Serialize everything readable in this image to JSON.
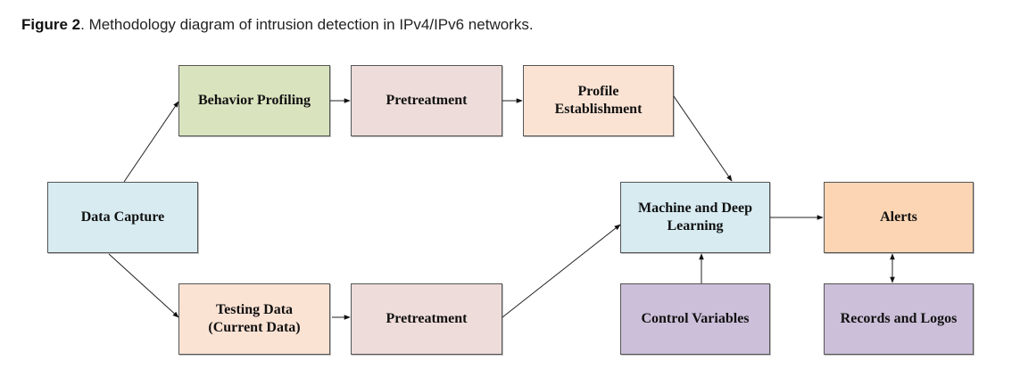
{
  "caption": {
    "label": "Figure 2",
    "text": ". Methodology diagram of intrusion detection in IPv4/IPv6 networks."
  },
  "nodes": [
    {
      "id": "data-capture",
      "label": "Data Capture",
      "color": "#d7ebf1"
    },
    {
      "id": "behavior-profiling",
      "label": "Behavior Profiling",
      "color": "#d9e4bf"
    },
    {
      "id": "pretreatment-top",
      "label": "Pretreatment",
      "color": "#eddcd9"
    },
    {
      "id": "profile-establishment",
      "label": "Profile\nEstablishment",
      "color": "#fbe3d4"
    },
    {
      "id": "testing-data",
      "label": "Testing Data\n(Current Data)",
      "color": "#fbe3d4"
    },
    {
      "id": "pretreatment-bottom",
      "label": "Pretreatment",
      "color": "#eddcd9"
    },
    {
      "id": "machine-deep-learning",
      "label": "Machine and Deep\nLearning",
      "color": "#d7ebf1"
    },
    {
      "id": "alerts",
      "label": "Alerts",
      "color": "#fbd5b4"
    },
    {
      "id": "control-variables",
      "label": "Control Variables",
      "color": "#ccbfd9"
    },
    {
      "id": "records-logos",
      "label": "Records and Logos",
      "color": "#ccbfd9"
    }
  ],
  "edges": [
    {
      "from": "data-capture",
      "to": "behavior-profiling",
      "bidirectional": false
    },
    {
      "from": "behavior-profiling",
      "to": "pretreatment-top",
      "bidirectional": false
    },
    {
      "from": "pretreatment-top",
      "to": "profile-establishment",
      "bidirectional": false
    },
    {
      "from": "profile-establishment",
      "to": "machine-deep-learning",
      "bidirectional": false
    },
    {
      "from": "data-capture",
      "to": "testing-data",
      "bidirectional": false
    },
    {
      "from": "testing-data",
      "to": "pretreatment-bottom",
      "bidirectional": false
    },
    {
      "from": "pretreatment-bottom",
      "to": "machine-deep-learning",
      "bidirectional": false
    },
    {
      "from": "control-variables",
      "to": "machine-deep-learning",
      "bidirectional": false
    },
    {
      "from": "machine-deep-learning",
      "to": "alerts",
      "bidirectional": false
    },
    {
      "from": "alerts",
      "to": "records-logos",
      "bidirectional": true
    }
  ]
}
